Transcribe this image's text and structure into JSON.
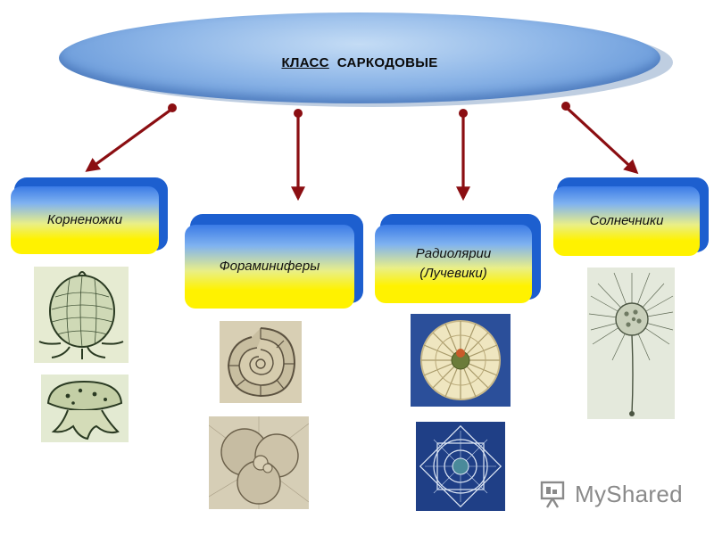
{
  "title": {
    "word1": "КЛАСС",
    "word2": "САРКОДОВЫЕ"
  },
  "categories": [
    {
      "label": "Корненожки"
    },
    {
      "label": "Фораминиферы"
    },
    {
      "label_line1": "Радиолярии",
      "label_line2": "(Лучевики)"
    },
    {
      "label": "Солнечники"
    }
  ],
  "colors": {
    "arrow": "#8b0e12",
    "box_edge": "#1d5fcf",
    "box_fill_bottom": "#fff200",
    "title_fill": "#8fb7e8"
  },
  "watermark": {
    "text": "MyShared",
    "icon": "presentation-board-icon"
  }
}
